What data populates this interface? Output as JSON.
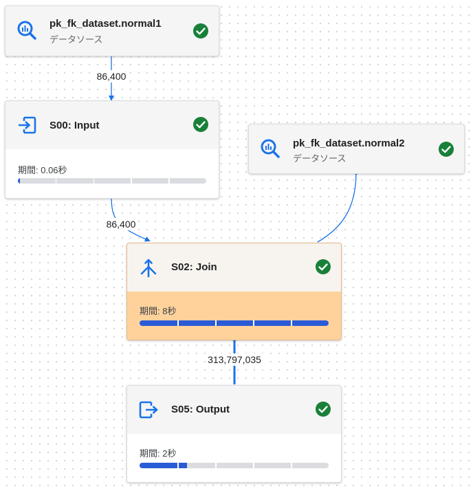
{
  "colors": {
    "accent": "#1a73e8",
    "progress": "#2a5bd7",
    "success": "#188038",
    "highlight": "#ffd29c"
  },
  "nodes": {
    "source1": {
      "title": "pk_fk_dataset.normal1",
      "subtitle": "データソース",
      "icon": "bigquery-icon",
      "status": "success"
    },
    "source2": {
      "title": "pk_fk_dataset.normal2",
      "subtitle": "データソース",
      "icon": "bigquery-icon",
      "status": "success"
    },
    "s00": {
      "title": "S00: Input",
      "icon": "input-icon",
      "status": "success",
      "duration": "期間: 0.06秒",
      "progress": 0.01
    },
    "s02": {
      "title": "S02: Join",
      "icon": "join-icon",
      "status": "success",
      "duration": "期間: 8秒",
      "progress": 1.0
    },
    "s05": {
      "title": "S05: Output",
      "icon": "output-icon",
      "status": "success",
      "duration": "期間: 2秒",
      "progress": 0.25
    }
  },
  "edges": {
    "source1_to_s00": "86,400",
    "s00_to_s02": "86,400",
    "s02_to_s05": "313,797,035"
  }
}
